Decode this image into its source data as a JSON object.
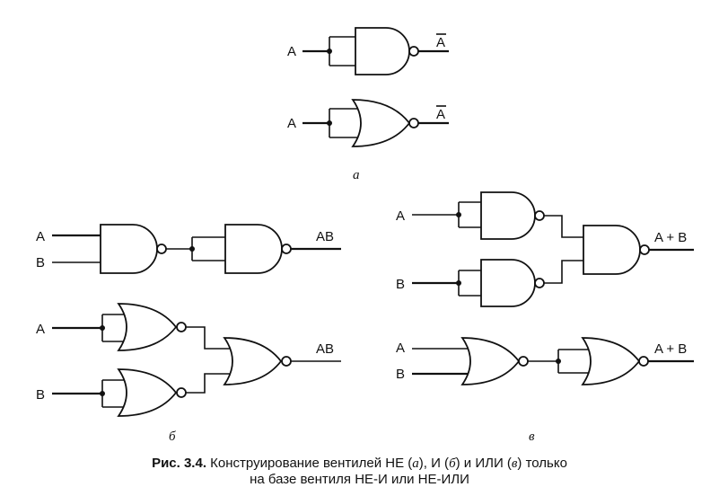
{
  "part_a": {
    "label": "а",
    "not_and": {
      "input": "A",
      "output": "A"
    },
    "not_or": {
      "input": "A",
      "output": "A"
    }
  },
  "part_b": {
    "label": "б",
    "and_nand": {
      "input_1": "A",
      "input_2": "B",
      "output": "AB"
    },
    "and_nor": {
      "input_1": "A",
      "input_2": "B",
      "output": "AB"
    }
  },
  "part_c": {
    "label": "в",
    "or_nand": {
      "input_1": "A",
      "input_2": "B",
      "output": "A + B"
    },
    "or_nor": {
      "input_1": "A",
      "input_2": "B",
      "output": "A + B"
    }
  },
  "caption": {
    "figure_number": "Рис. 3.4.",
    "text_1": " Конструирование вентилей НЕ (",
    "sub_a": "а",
    "text_2": "), И (",
    "sub_b": "б",
    "text_3": ") и ИЛИ (",
    "sub_c": "в",
    "text_4": ") только",
    "line_2": "на базе вентиля НЕ-И или НЕ-ИЛИ"
  },
  "colors": {
    "ink": "#111111",
    "background": "#ffffff"
  }
}
